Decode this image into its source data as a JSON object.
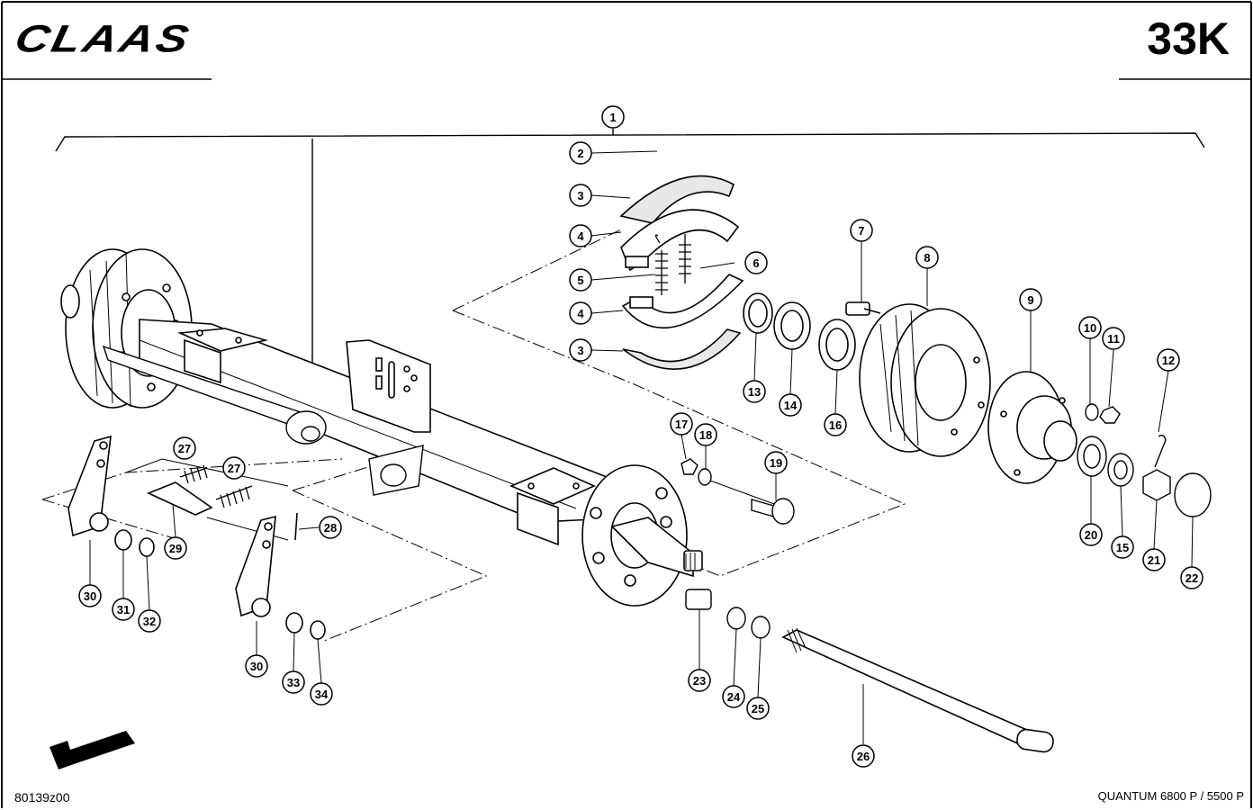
{
  "header": {
    "brand": "CLAAS",
    "page_code": "33K"
  },
  "footer": {
    "drawing_number": "80139z00",
    "model": "QUANTUM 6800 P / 5500 P"
  },
  "callouts": [
    "1",
    "2",
    "3",
    "4",
    "5",
    "4",
    "3",
    "6",
    "7",
    "8",
    "9",
    "10",
    "11",
    "12",
    "13",
    "14",
    "16",
    "17",
    "18",
    "19",
    "20",
    "15",
    "21",
    "22",
    "23",
    "24",
    "25",
    "26",
    "27",
    "27",
    "28",
    "29",
    "30",
    "31",
    "32",
    "30",
    "33",
    "34"
  ],
  "icons": {
    "direction_arrow": "arrow-down-left-icon"
  }
}
